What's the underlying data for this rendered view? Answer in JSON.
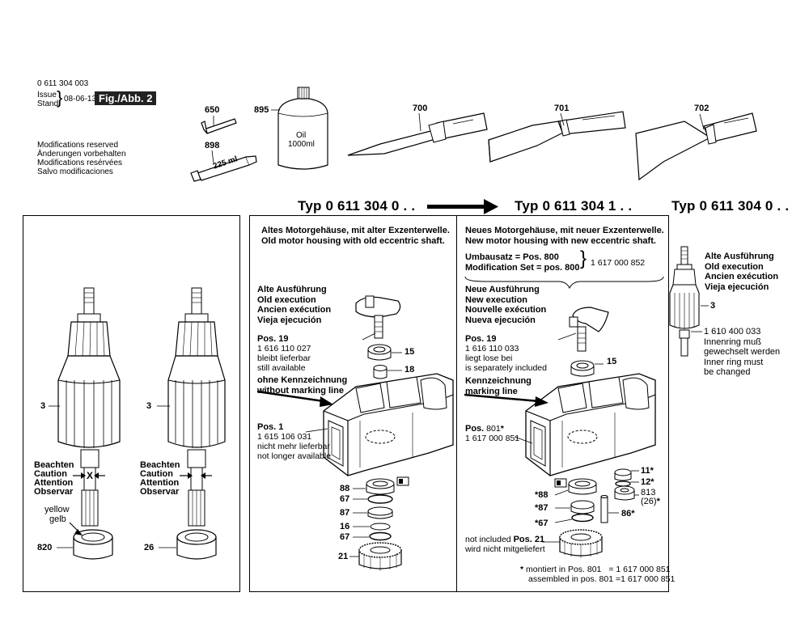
{
  "header": {
    "part_number": "0 611 304 003",
    "issue_label": "Issue",
    "stand_label": "Stand",
    "issue_date": "08-06-13",
    "fig_label": "Fig./Abb. 2",
    "modifications": [
      "Modifications reserved",
      "Änderungen vorbehalten",
      "Modifications resérvées",
      "Salvo modificaciones"
    ]
  },
  "accessories": [
    {
      "pos": "650"
    },
    {
      "pos": "898",
      "text": "225 ml"
    },
    {
      "pos": "895",
      "text_top": "Oil",
      "text_bottom": "1000ml"
    },
    {
      "pos": "700"
    },
    {
      "pos": "701"
    },
    {
      "pos": "702"
    }
  ],
  "type_labels": [
    "Typ 0 611 304 0 . .",
    "Typ 0 611 304 1 . .",
    "Typ 0 611 304 0 . ."
  ],
  "left_panel": {
    "left_armature": {
      "pos": "3",
      "notes": [
        "Beachten",
        "Caution",
        "Attention",
        "Observar"
      ],
      "mark": "X",
      "color_notes": [
        "yellow",
        "gelb"
      ],
      "bearing_pos": "820"
    },
    "right_armature": {
      "pos": "3",
      "notes": [
        "Beachten",
        "Caution",
        "Attention",
        "Observar"
      ],
      "bearing_pos": "26"
    }
  },
  "middle_panel": {
    "title": [
      "Altes Motorgehäuse, mit alter Exzenterwelle.",
      "Old motor housing with old eccentric shaft."
    ],
    "old_exec": [
      "Alte Ausführung",
      "Old execution",
      "Ancien exécution",
      "Vieja ejecución"
    ],
    "pos19": {
      "label": "Pos. 19",
      "lines": [
        "1 616 110 027",
        "bleibt lieferbar",
        "still available"
      ]
    },
    "marking": [
      "ohne Kennzeichnung",
      "without marking line"
    ],
    "pos1": {
      "label": "Pos. 1",
      "lines": [
        "1 615 106 031",
        "nicht mehr lieferbar",
        "not longer available"
      ]
    },
    "labels": [
      "15",
      "18",
      "88",
      "67",
      "87",
      "16",
      "67",
      "21"
    ]
  },
  "right_panel": {
    "title": [
      "Neues Motorgehäuse, mit neuer Exzenterwelle.",
      "New motor housing with new eccentric shaft."
    ],
    "umbausatz": [
      "Umbausatz = Pos. 800",
      "Modification Set = pos. 800"
    ],
    "set_number": "1 617 000 852",
    "new_exec": [
      "Neue Ausführung",
      "New execution",
      "Nouvelle exécution",
      "Nueva ejecución"
    ],
    "pos19": {
      "label": "Pos. 19",
      "lines": [
        "1 616 110 033",
        "liegt lose bei",
        "is separately included"
      ]
    },
    "marking": [
      "Kennzeichnung",
      "marking line"
    ],
    "pos801": {
      "label": "Pos.",
      "num": "801",
      "lines": [
        "1 617 000 851"
      ]
    },
    "labels": [
      "15",
      "11",
      "12",
      "813",
      "(26)",
      "86",
      "88",
      "87",
      "67"
    ],
    "pos21": [
      "not included",
      "Pos. 21",
      "wird nicht mitgeliefert"
    ],
    "footnote": [
      "montiert in Pos. 801",
      "= 1 617 000 851",
      "assembled in pos. 801",
      "=1 617 000 851"
    ]
  },
  "far_right": {
    "old_exec": [
      "Alte Ausführung",
      "Old execution",
      "Ancien exécution",
      "Vieja ejecución"
    ],
    "pos": "3",
    "lines": [
      "1 610 400 033",
      "Innenring muß",
      "gewechselt werden",
      "Inner ring must",
      "be changed"
    ]
  }
}
